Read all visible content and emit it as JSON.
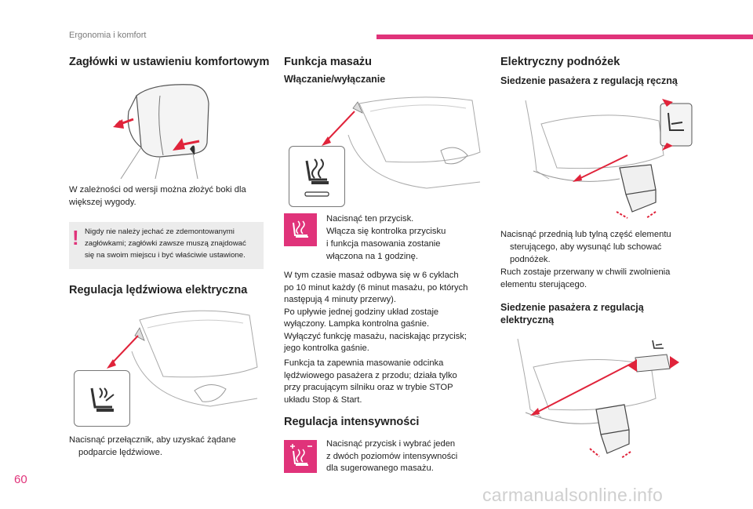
{
  "header": {
    "section": "Ergonomia i komfort"
  },
  "page_number": "60",
  "watermark": "carmanualsonline.info",
  "col1": {
    "heading1": "Zagłówki w ustawieniu komfortowym",
    "para1_l1": "W zależności od wersji można złożyć boki dla",
    "para1_l2": "większej wygody.",
    "warning_mark": "!",
    "warning_l1": "Nigdy nie należy jechać ze zdemontowanymi",
    "warning_l2": "zagłówkami; zagłówki zawsze muszą znajdować",
    "warning_l3": "się na swoim miejscu i być właściwie ustawione.",
    "heading2": "Regulacja lędźwiowa elektryczna",
    "bullet_mark": "",
    "bullet1_l1": "Nacisnąć przełącznik, aby uzyskać żądane",
    "bullet1_l2": "podparcie lędźwiowe."
  },
  "col2": {
    "heading1": "Funkcja masażu",
    "sub1": "Włączanie/wyłączanie",
    "bullet_mark": "",
    "bullet1_l1": "Nacisnąć ten przycisk.",
    "bullet1_l2": "Włącza się kontrolka przycisku",
    "bullet1_l3": "i funkcja masowania zostanie",
    "bullet1_l4": "włączona na 1 godzinę.",
    "para1": [
      "W tym czasie masaż odbywa się w 6 cyklach",
      "po 10 minut każdy (6 minut masażu, po których",
      "następują 4 minuty przerwy).",
      "Po upływie jednej godziny układ zostaje",
      "wyłączony. Lampka kontrolna gaśnie.",
      "Wyłączyć funkcję masażu, naciskając przycisk;",
      "jego kontrolka gaśnie."
    ],
    "para2": [
      "Funkcja ta zapewnia masowanie odcinka",
      "lędźwiowego pasażera z przodu; działa tylko",
      "przy pracującym silniku oraz w trybie STOP",
      "układu Stop & Start."
    ],
    "heading2": "Regulacja intensywności",
    "para3": [
      "Nacisnąć przycisk i wybrać jeden",
      "z dwóch poziomów intensywności",
      "dla sugerowanego masażu."
    ]
  },
  "col3": {
    "heading1": "Elektryczny podnóżek",
    "sub1": "Siedzenie pasażera z regulacją ręczną",
    "bullet_mark": "",
    "bullet1_l1": "Nacisnąć przednią lub tylną część elementu",
    "bullet1_l2": "sterującego, aby wysunąć lub schować",
    "bullet1_l3": "podnóżek.",
    "para1_l1": "Ruch zostaje przerwany w chwili zwolnienia",
    "para1_l2": "elementu sterującego.",
    "sub2_l1": "Siedzenie pasażera z regulacją",
    "sub2_l2": "elektryczną"
  },
  "colors": {
    "accent": "#e0337a",
    "warning_bg": "#ececec",
    "arrow": "#e0233a"
  },
  "icons": [
    "headrest-illustration",
    "lumbar-switch-icon",
    "massage-seat-icon",
    "massage-intensity-icon",
    "legrest-switch-icon"
  ]
}
